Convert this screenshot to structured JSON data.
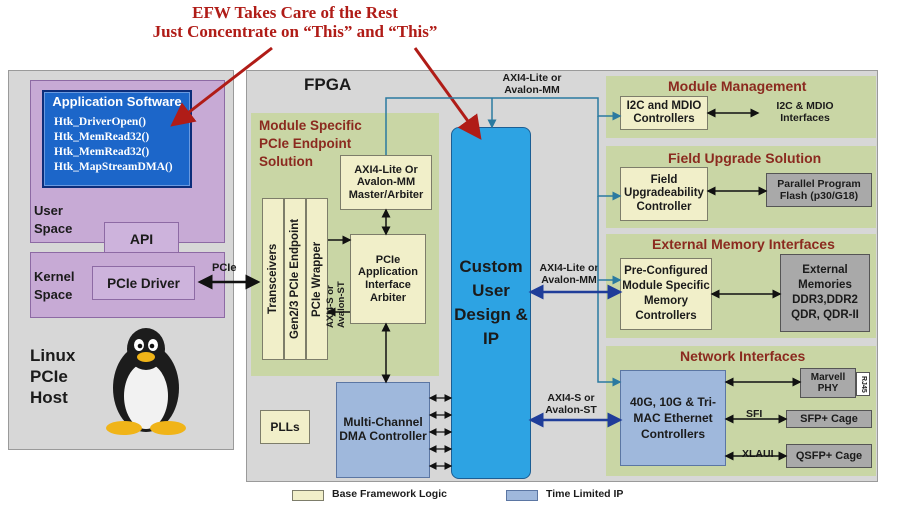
{
  "header": {
    "line1": "EFW Takes Care of the Rest",
    "line2_part1": "Just ",
    "line2_highlight": "Concentrate",
    "line2_part2": " on “This” and “This”"
  },
  "host": {
    "app_title": "Application Software",
    "functions": [
      "Htk_DriverOpen()",
      "Htk_MemRead32()",
      "Htk_MemRead32()",
      "Htk_MapStreamDMA()"
    ],
    "user_space": "User Space",
    "api": "API",
    "kernel_space": "Kernel Space",
    "pcie_driver": "PCIe Driver",
    "host_label": "Linux PCIe Host"
  },
  "pcie_link": "PCIe",
  "fpga": {
    "title": "FPGA",
    "module_specific": "Module Specific PCIe Endpoint Solution",
    "transceivers": "Transceivers",
    "gen_endpoint": "Gen2/3 PCIe Endpoint",
    "pcie_wrapper": "PCIe Wrapper",
    "axi_s_vert": "AXI4-S or Avalon-ST",
    "master_arbiter": "AXI4-Lite Or Avalon-MM Master/Arbiter",
    "app_arbiter": "PCIe Application Interface Arbiter",
    "plls": "PLLs",
    "dma": "Multi-Channel DMA Controller",
    "custom": "Custom User Design & IP",
    "axi_lite_top": "AXI4-Lite or Avalon-MM",
    "axi_lite_mid": "AXI4-Lite or Avalon-MM",
    "axi_s_low": "AXI4-S or Avalon-ST"
  },
  "right": {
    "module_mgmt": {
      "title": "Module Management",
      "box": "I2C and MDIO Controllers",
      "ext": "I2C & MDIO Interfaces"
    },
    "field_upgrade": {
      "title": "Field Upgrade Solution",
      "box": "Field Upgradeability Controller",
      "ext": "Parallel Program Flash (p30/G18)"
    },
    "ext_mem": {
      "title": "External Memory Interfaces",
      "box": "Pre-Configured Module Specific Memory Controllers",
      "ext": "External Memories DDR3,DDR2 QDR, QDR-II"
    },
    "network": {
      "title": "Network Interfaces",
      "box": "40G, 10G & Tri-MAC Ethernet Controllers",
      "phy": "Marvell PHY",
      "rj45": "RJ45",
      "sfi": "SFI",
      "sfp": "SFP+ Cage",
      "xlaui": "XLAUI",
      "qsfp": "QSFP+ Cage"
    }
  },
  "legend": {
    "base": "Base Framework Logic",
    "time_limited": "Time Limited IP"
  },
  "colors": {
    "red": "#b01c17",
    "tan": "#f1efc9",
    "blue": "#9fb8dc",
    "green": "#c9d6a5",
    "purple": "#c7aad5",
    "appblue": "#1c66c9"
  }
}
